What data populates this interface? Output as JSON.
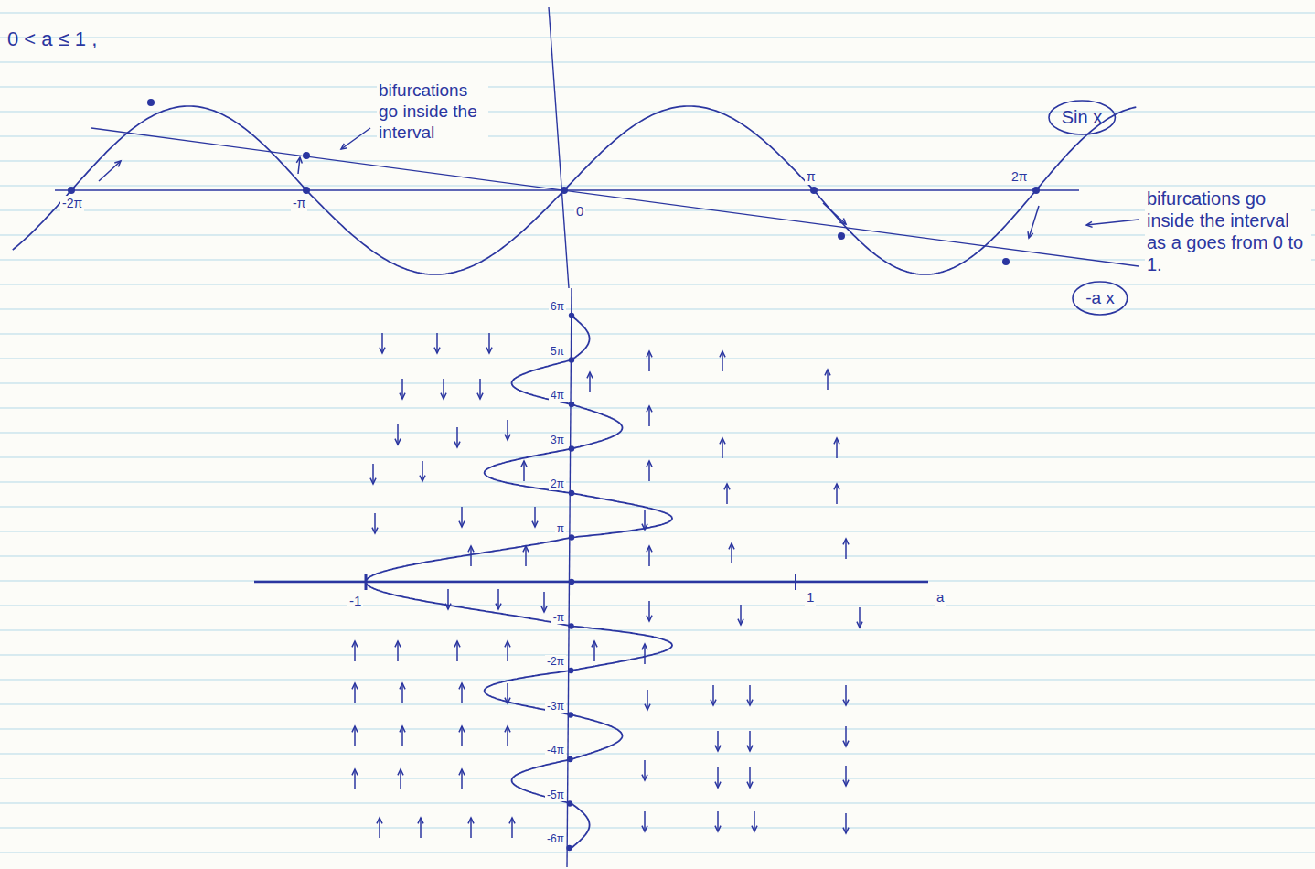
{
  "diagram": {
    "nodes": [
      {
        "text": [
          "Sin x"
        ]
      },
      {
        "text": [
          "-a x"
        ]
      }
    ],
    "labels": [
      "0 < a ≤ 1 ,",
      "bifurcations go inside the interval",
      "bifurcations go inside the interval as a goes from 0 to 1.",
      "-2π",
      "-π",
      "0",
      "π",
      "2π",
      "6π",
      "5π",
      "4π",
      "3π",
      "2π",
      "π",
      "-π",
      "-2π",
      "-3π",
      "-4π",
      "-5π",
      "-6π",
      "-1",
      "1",
      "a"
    ]
  }
}
